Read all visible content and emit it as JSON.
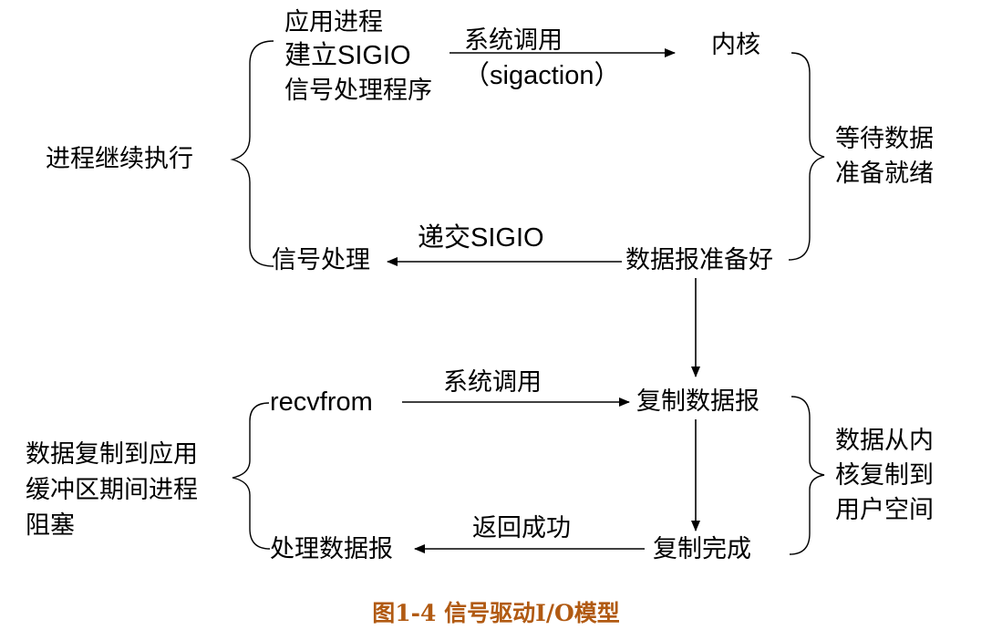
{
  "top": {
    "app_process_lines": [
      "应用进程",
      "建立SIGIO",
      "信号处理程序"
    ],
    "syscall_label": "系统调用",
    "syscall_name": "（sigaction）",
    "kernel_label": "内核",
    "left_brace_label": "进程继续执行",
    "right_brace_lines": [
      "等待数据",
      "准备就绪"
    ],
    "deliver_label": "递交SIGIO",
    "signal_handler_label": "信号处理",
    "datagram_ready_label": "数据报准备好"
  },
  "bottom": {
    "recvfrom_label": "recvfrom",
    "syscall_label": "系统调用",
    "copy_datagram_label": "复制数据报",
    "left_brace_lines": [
      "数据复制到应用",
      "缓冲区期间进程",
      "阻塞"
    ],
    "right_brace_lines": [
      "数据从内",
      "核复制到",
      "用户空间"
    ],
    "return_label": "返回成功",
    "process_datagram_label": "处理数据报",
    "copy_done_label": "复制完成"
  },
  "caption": "图1-4 信号驱动I/O模型",
  "colors": {
    "caption": "#b15a12",
    "line": "#000000"
  }
}
